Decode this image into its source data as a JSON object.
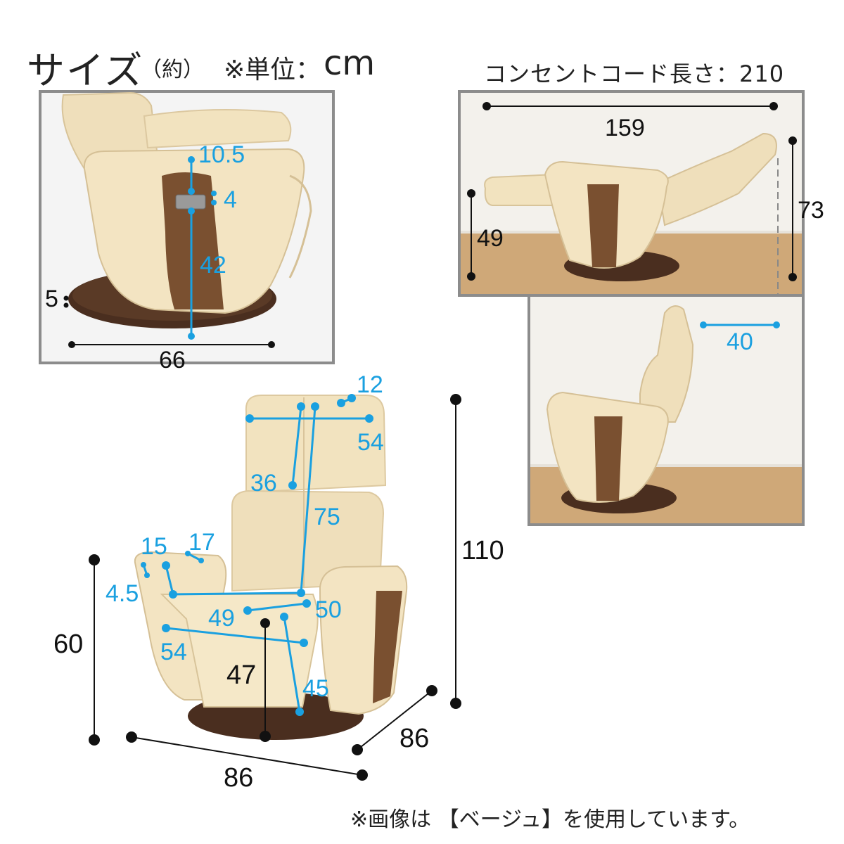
{
  "header": {
    "title": "サイズ",
    "approx": "（約）",
    "unit_label": "※単位：",
    "unit": "cm",
    "cord_length": "コンセントコード長さ：210"
  },
  "footnote": "※画像は 【ベージュ】を使用しています。",
  "colors": {
    "dim_black": "#111111",
    "dim_blue": "#1aa0e0",
    "upholstery": "#f2e3bf",
    "wood": "#7a5030",
    "base": "#4a2e1f",
    "floor": "#cfa878",
    "frame": "#8c8c8c"
  },
  "side_view": {
    "labels": {
      "arm_thickness": "10.5",
      "control_height": "4",
      "arm_to_floor": "42",
      "base_height": "5",
      "depth": "66"
    }
  },
  "recline_view": {
    "labels": {
      "length_reclined": "159",
      "footrest_height": "49",
      "height_reclined": "73"
    }
  },
  "clearance_view": {
    "labels": {
      "wall_clearance": "40"
    }
  },
  "front_view": {
    "labels": {
      "head_pad": "12",
      "head_width": "54",
      "head_height": "36",
      "back_height": "75",
      "arm_width_15": "15",
      "arm_width_17": "17",
      "arm_gap": "4.5",
      "seat_width_49": "49",
      "seat_width_50": "50",
      "seat_front_width": "54",
      "seat_height": "47",
      "seat_depth": "45",
      "total_height": "110",
      "arm_height": "60",
      "width": "86",
      "depth": "86"
    }
  }
}
